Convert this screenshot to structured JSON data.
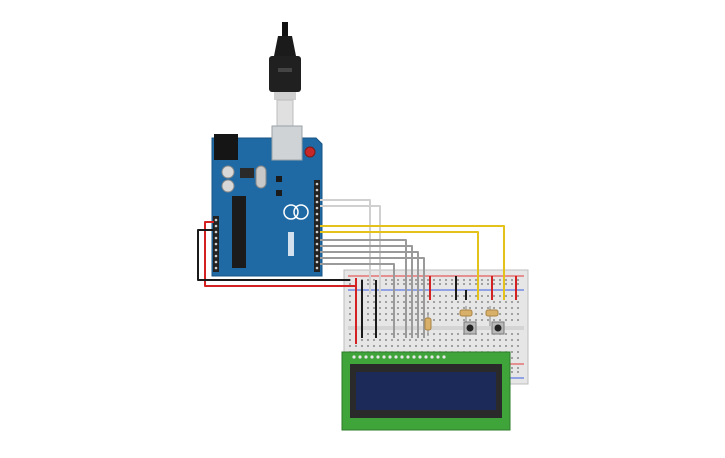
{
  "diagram": {
    "type": "circuit-breadboard",
    "components": [
      {
        "name": "usb-cable",
        "icon": "usb-plug-icon"
      },
      {
        "name": "arduino-uno",
        "icon": "microcontroller-board-icon"
      },
      {
        "name": "breadboard",
        "icon": "breadboard-icon"
      },
      {
        "name": "lcd-16x2",
        "icon": "lcd-display-icon"
      },
      {
        "name": "pushbutton-1",
        "icon": "pushbutton-icon"
      },
      {
        "name": "pushbutton-2",
        "icon": "pushbutton-icon"
      },
      {
        "name": "resistor-1",
        "icon": "resistor-icon"
      },
      {
        "name": "resistor-2",
        "icon": "resistor-icon"
      },
      {
        "name": "resistor-3",
        "icon": "resistor-icon"
      }
    ],
    "colors": {
      "board_blue": "#1f6aa5",
      "board_dark": "#1a5a8c",
      "breadboard": "#e9e9e9",
      "lcd_pcb": "#3fa43a",
      "lcd_screen": "#1c2a5a",
      "wire_red": "#d32020",
      "wire_black": "#1a1a1a",
      "wire_yellow": "#e5c21a",
      "wire_gray": "#9a9a9a",
      "wire_white": "#dcdcdc"
    }
  }
}
